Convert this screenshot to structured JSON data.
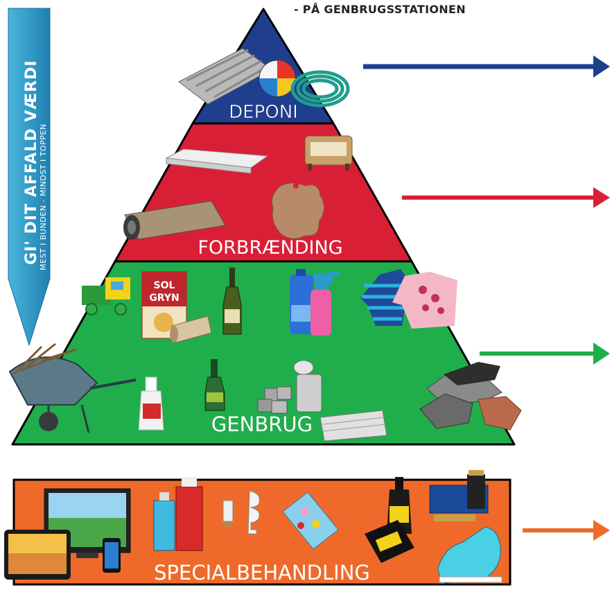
{
  "subtitle": "- PÅ GENBRUGSSTATIONEN",
  "side_banner": {
    "title": "GI' DIT AFFALD VÆRDI",
    "subtitle": "MEST I BUNDEN - MINDST I TOPPEN"
  },
  "levels": {
    "deponi": "DEPONI",
    "forbraending": "FORBRÆNDING",
    "genbrug": "GENBRUG",
    "specialbehandling": "SPECIALBEHANDLING"
  },
  "product_labels": {
    "sol": "SOL",
    "gryn": "GRYN"
  },
  "colors": {
    "deponi": "#1f3f8e",
    "forbraending": "#d91f36",
    "genbrug": "#1fae4b",
    "specialbehandling": "#ef6a2a",
    "banner": "#2a9ac4",
    "arrow_blue": "#1f3f8e",
    "arrow_red": "#d91f36",
    "arrow_green": "#1fae4b",
    "arrow_orange": "#ef6a2a"
  }
}
